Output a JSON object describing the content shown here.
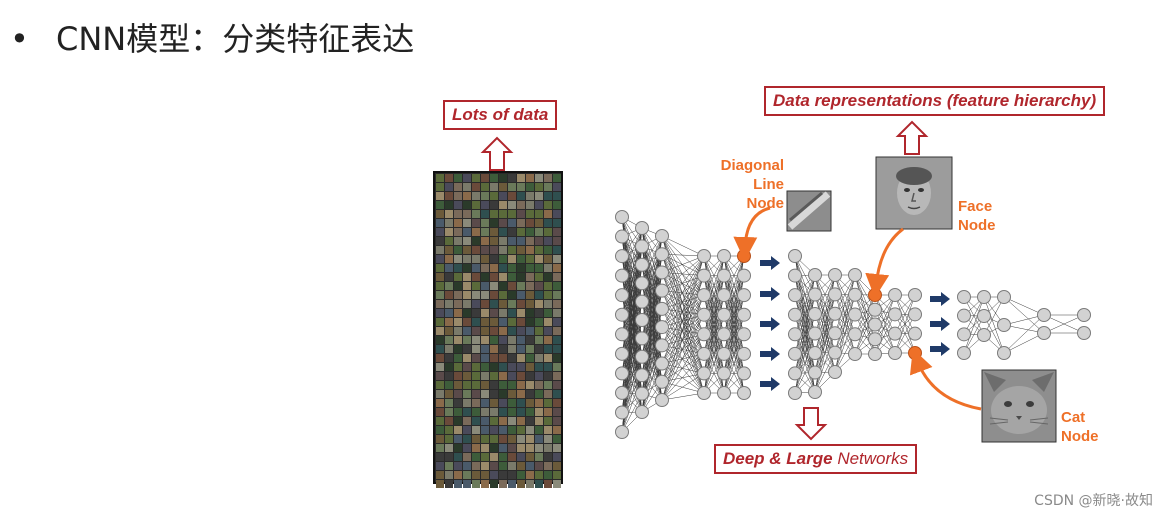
{
  "title": "CNN模型：分类特征表达",
  "labels": {
    "lots_of_data": "Lots of data",
    "data_representations": "Data representations (feature hierarchy)",
    "deep_large_bold": "Deep & Large",
    "deep_large_rest": " Networks",
    "diagonal_line_node": [
      "Diagonal",
      "Line",
      "Node"
    ],
    "face_node": [
      "Face",
      "Node"
    ],
    "cat_node": [
      "Cat",
      "Node"
    ]
  },
  "watermark": "CSDN @新晓·故知",
  "colors": {
    "box_red": "#b0262c",
    "node_orange": "#ee7028",
    "arrow_navy": "#1f3a68",
    "node_gray": "#d2d2d2"
  }
}
